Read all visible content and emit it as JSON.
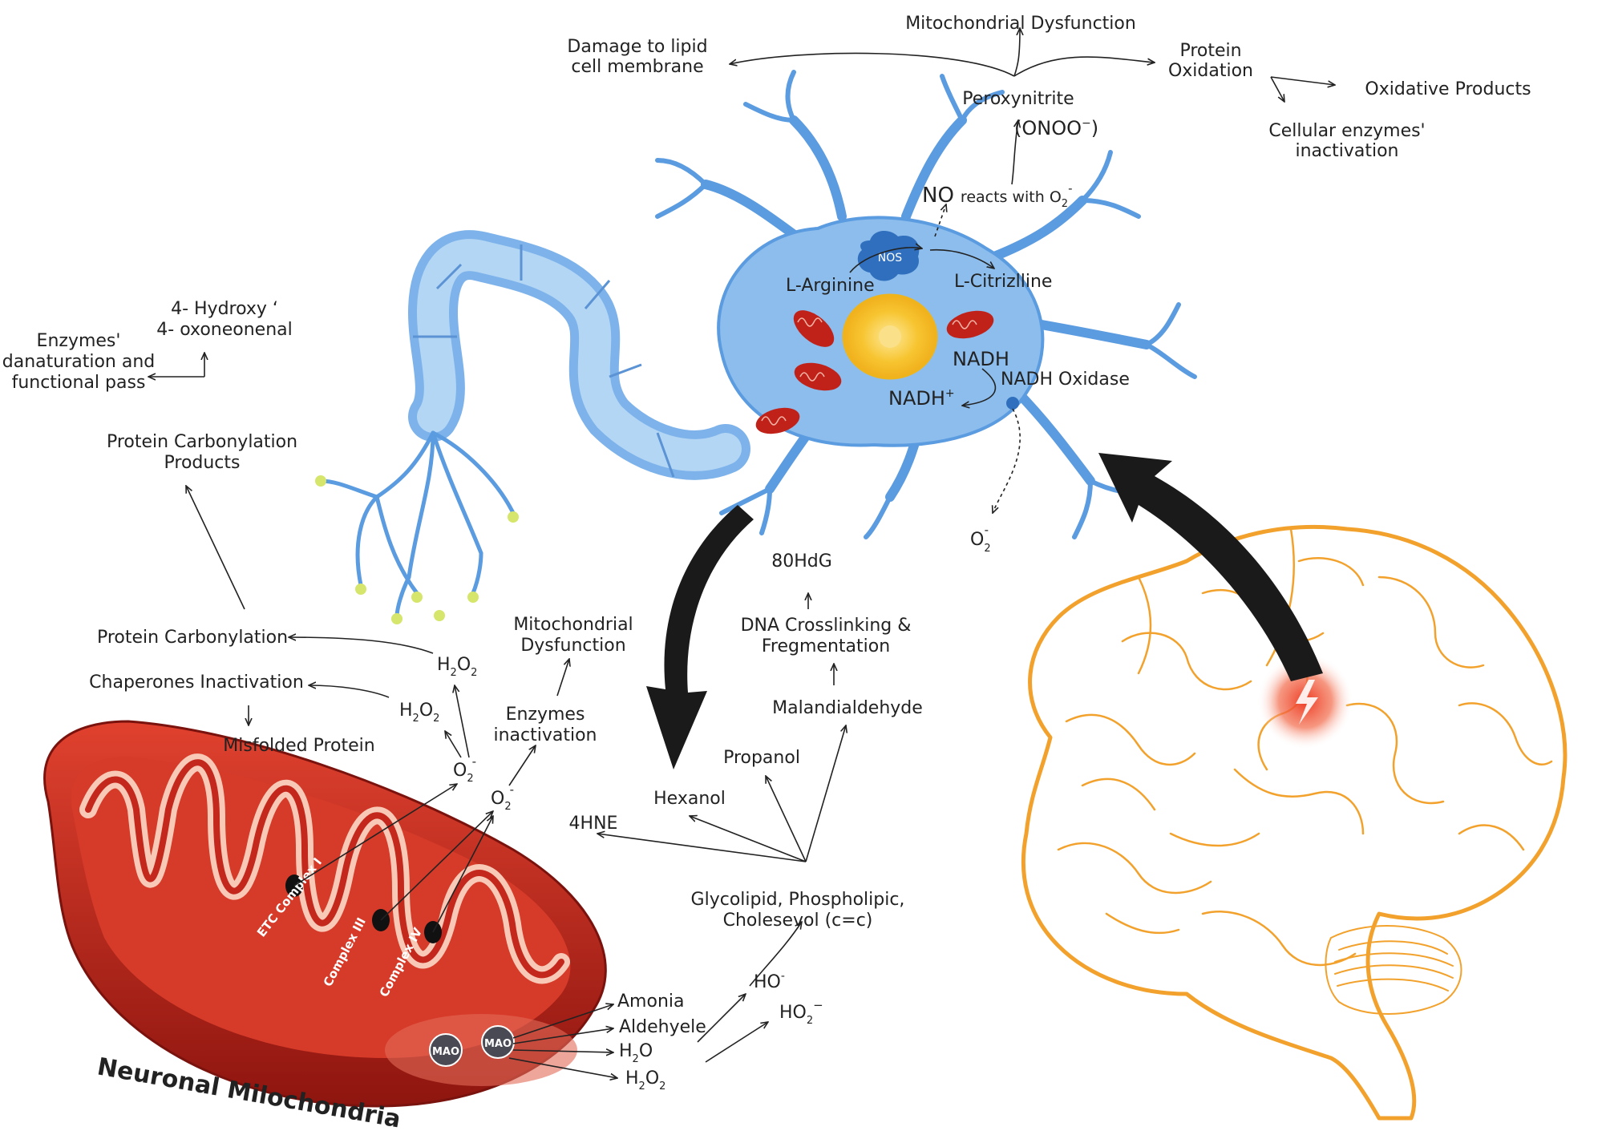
{
  "colors": {
    "neuron": "#5b9be0",
    "neuron_fill": "#9cc7f0",
    "nucleus": "#f7c531",
    "mitochondrion": "#c0221a",
    "brain_outline": "#f2a22c",
    "lesion": "#ee3b24",
    "arrow": "#1a1a1a"
  },
  "icons": {
    "neuron": "neuron-illustration",
    "brain": "brain-outline-illustration",
    "mitochondrion": "mitochondrion-illustration",
    "lesion": "lightning-lesion-icon"
  },
  "top": {
    "mito_dysfunction": "Mitochondrial Dysfunction",
    "lipid_damage_1": "Damage to lipid",
    "lipid_damage_2": "cell membrane",
    "protein_ox_1": "Protein",
    "protein_ox_2": "Oxidation",
    "oxidative_products": "Oxidative Products",
    "enzymes_inact_1": "Cellular enzymes'",
    "enzymes_inact_2": "inactivation",
    "peroxynitrite": "Peroxynitrite",
    "onoo": "(ONOO",
    "onoo_sup": "−",
    "onoo_close": ")"
  },
  "neuron": {
    "no_reacts": "NO",
    "no_reacts_rest": "reacts with O",
    "o2_sub": "2",
    "o2_sup": "-",
    "nos": "NOS",
    "l_arginine": "L-Arginine",
    "l_citrulline": "L-Citrizlline",
    "nadh": "NADH",
    "nadh_plus": "NADH",
    "nadh_plus_sup": "+",
    "nadh_oxidase": "NADH Oxidase",
    "o2_out": "O",
    "o2_out_sub": "2",
    "o2_out_sup": "-"
  },
  "left": {
    "hydroxy_1": "4- Hydroxy ‘",
    "hydroxy_2": "4- oxoneonenal",
    "enzymes_denat_1": "Enzymes'",
    "enzymes_denat_2": "danaturation and",
    "enzymes_denat_3": "functional pass",
    "carbonylation_products_1": "Protein Carbonylation",
    "carbonylation_products_2": "Products",
    "protein_carbonylation": "Protein Carbonylation",
    "chaperones": "Chaperones Inactivation",
    "misfolded": "Misfolded Protein",
    "h2o2": "H",
    "h2o2_a": "2",
    "h2o2_b": "O",
    "h2o2_c": "2"
  },
  "center": {
    "mito_dys_1": "Mitochondrial",
    "mito_dys_2": "Dysfunction",
    "enzymes_inact_1": "Enzymes",
    "enzymes_inact_2": "inactivation",
    "o2": "O",
    "o2_sub": "2",
    "o2_sup": "-",
    "ohdg": "80HdG",
    "dna_1": "DNA Crosslinking &",
    "dna_2": "Fregmentation",
    "malandialdehyde": "Malandialdehyde",
    "propanol": "Propanol",
    "hexanol": "Hexanol",
    "hne": "4HNE",
    "glyco_1": "Glycolipid, Phospholipic,",
    "glyco_2": "Cholesevol (c=c)",
    "ho": "HO",
    "ho_sup": "-",
    "ho2": "HO",
    "ho2_sub": "2",
    "ho2_sup": "−"
  },
  "mito": {
    "etc1": "ETC Complex I",
    "etc3": "Complex III",
    "etc4": "Complex IV",
    "mao": "MAO",
    "title": "Neuronal Milochondria",
    "amonia": "Amonia",
    "aldehyele": "Aldehyele",
    "h2o": "H",
    "h2o_sub": "2",
    "h2o_o": "O",
    "h2o2": "H",
    "h2o2_a": "2",
    "h2o2_b": "O",
    "h2o2_c": "2"
  }
}
